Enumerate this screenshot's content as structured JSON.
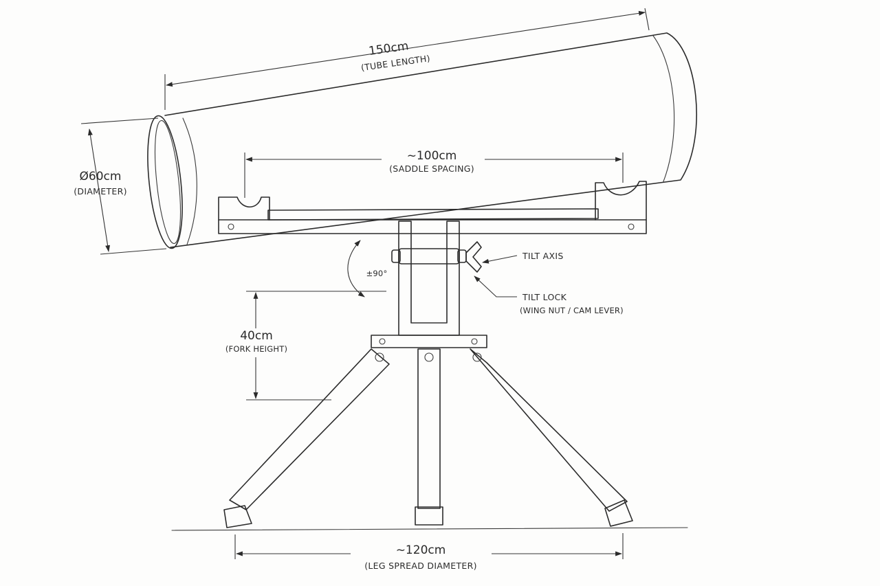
{
  "dimensions": {
    "tube_length": {
      "value": "150cm",
      "caption": "(TUBE LENGTH)"
    },
    "diameter": {
      "value": "Ø60cm",
      "caption": "(DIAMETER)"
    },
    "saddle_spacing": {
      "value": "~100cm",
      "caption": "(SADDLE SPACING)"
    },
    "tilt_range": {
      "value": "±90°"
    },
    "fork_height": {
      "value": "40cm",
      "caption": "(FORK HEIGHT)"
    },
    "leg_spread": {
      "value": "~120cm",
      "caption": "(LEG SPREAD DIAMETER)"
    }
  },
  "callouts": {
    "tilt_axis": {
      "label": "TILT AXIS"
    },
    "tilt_lock": {
      "label": "TILT LOCK",
      "caption": "(WING NUT / CAM LEVER)"
    }
  },
  "colors": {
    "ink": "#2b2b2b",
    "background": "#fdfdfc",
    "metal": "#e9e9e6"
  },
  "icons": [
    "arrowhead-icon",
    "bolt-icon",
    "wing-nut-icon",
    "foot-pad-icon"
  ]
}
